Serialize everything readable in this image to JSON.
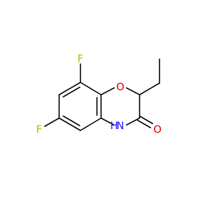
{
  "molecule": {
    "atoms": [
      {
        "id": "F1",
        "symbol": "F",
        "label": "F",
        "color": "#b8b800"
      },
      {
        "id": "F2",
        "symbol": "F",
        "label": "F",
        "color": "#b8b800"
      },
      {
        "id": "O1",
        "symbol": "O",
        "label": "O",
        "color": "#e00000"
      },
      {
        "id": "O2",
        "symbol": "O",
        "label": "O",
        "color": "#e00000"
      },
      {
        "id": "N1",
        "symbol": "N",
        "label": "H\nN",
        "color": "#1a1aff"
      }
    ]
  }
}
